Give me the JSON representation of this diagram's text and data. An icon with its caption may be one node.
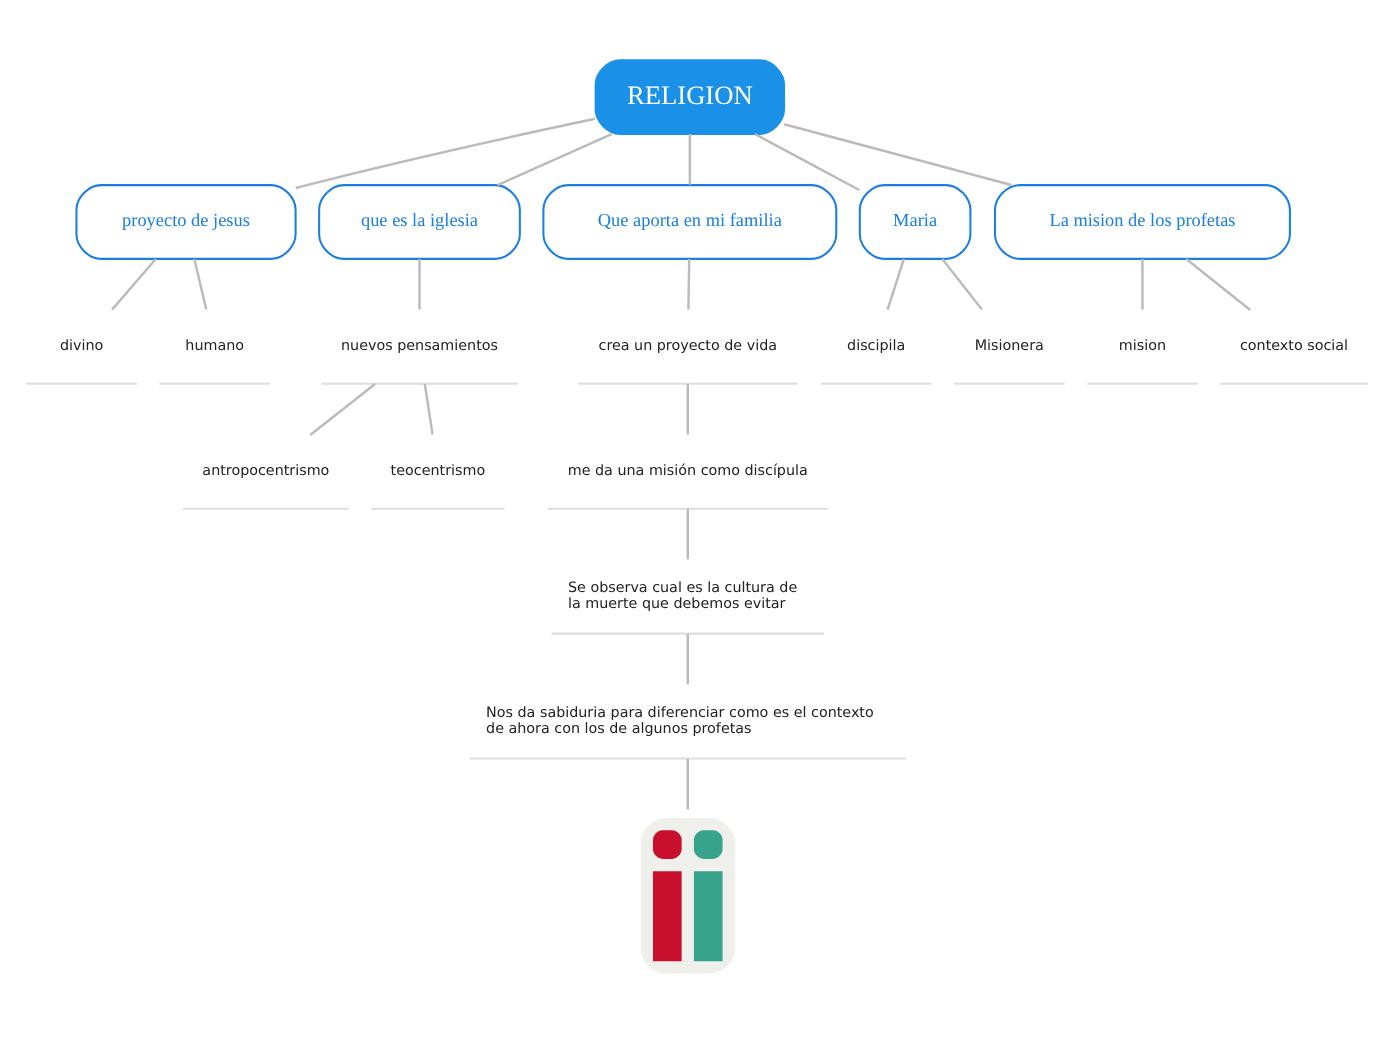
{
  "diagram": {
    "nodes": [
      {
        "text": [
          "RELIGION"
        ]
      },
      {
        "text": [
          "proyecto de jesus"
        ]
      },
      {
        "text": [
          "divino"
        ]
      },
      {
        "text": [
          "humano"
        ]
      },
      {
        "text": [
          "que es la iglesia"
        ]
      },
      {
        "text": [
          "nuevos pensamientos"
        ]
      },
      {
        "text": [
          "antropocentrismo"
        ]
      },
      {
        "text": [
          "teocentrismo"
        ]
      },
      {
        "text": [
          "Que aporta en mi familia"
        ]
      },
      {
        "text": [
          "crea un proyecto de vida"
        ]
      },
      {
        "text": [
          "me da una misión como discípula"
        ]
      },
      {
        "text": [
          "Se observa cual es la cultura de la muerte que debemos evitar"
        ]
      },
      {
        "text": [
          "Nos da sabiduria para diferenciar como es el contexto de ahora con los de algunos profetas"
        ]
      },
      {
        "text": [],
        "shape": "picture"
      },
      {
        "text": [
          "Maria"
        ]
      },
      {
        "text": [
          "discipila"
        ]
      },
      {
        "text": [
          "Misionera"
        ]
      },
      {
        "text": [
          "La mision de los profetas"
        ]
      },
      {
        "text": [
          "mision"
        ]
      },
      {
        "text": [
          "contexto social"
        ]
      }
    ],
    "edges": [
      {
        "from": 0,
        "to": 1,
        "arrow": "none"
      },
      {
        "from": 1,
        "to": 2,
        "arrow": "none"
      },
      {
        "from": 1,
        "to": 3,
        "arrow": "none"
      },
      {
        "from": 0,
        "to": 4,
        "arrow": "none"
      },
      {
        "from": 4,
        "to": 5,
        "arrow": "none"
      },
      {
        "from": 5,
        "to": 6,
        "arrow": "none"
      },
      {
        "from": 5,
        "to": 7,
        "arrow": "none"
      },
      {
        "from": 0,
        "to": 8,
        "arrow": "none"
      },
      {
        "from": 8,
        "to": 9,
        "arrow": "none"
      },
      {
        "from": 9,
        "to": 10,
        "arrow": "none"
      },
      {
        "from": 10,
        "to": 11,
        "arrow": "none"
      },
      {
        "from": 11,
        "to": 12,
        "arrow": "none"
      },
      {
        "from": 12,
        "to": 13,
        "arrow": "none"
      },
      {
        "from": 0,
        "to": 14,
        "arrow": "none"
      },
      {
        "from": 14,
        "to": 15,
        "arrow": "none"
      },
      {
        "from": 14,
        "to": 16,
        "arrow": "none"
      },
      {
        "from": 0,
        "to": 17,
        "arrow": "none"
      },
      {
        "from": 17,
        "to": 18,
        "arrow": "none"
      },
      {
        "from": 17,
        "to": 19,
        "arrow": "none"
      }
    ]
  }
}
